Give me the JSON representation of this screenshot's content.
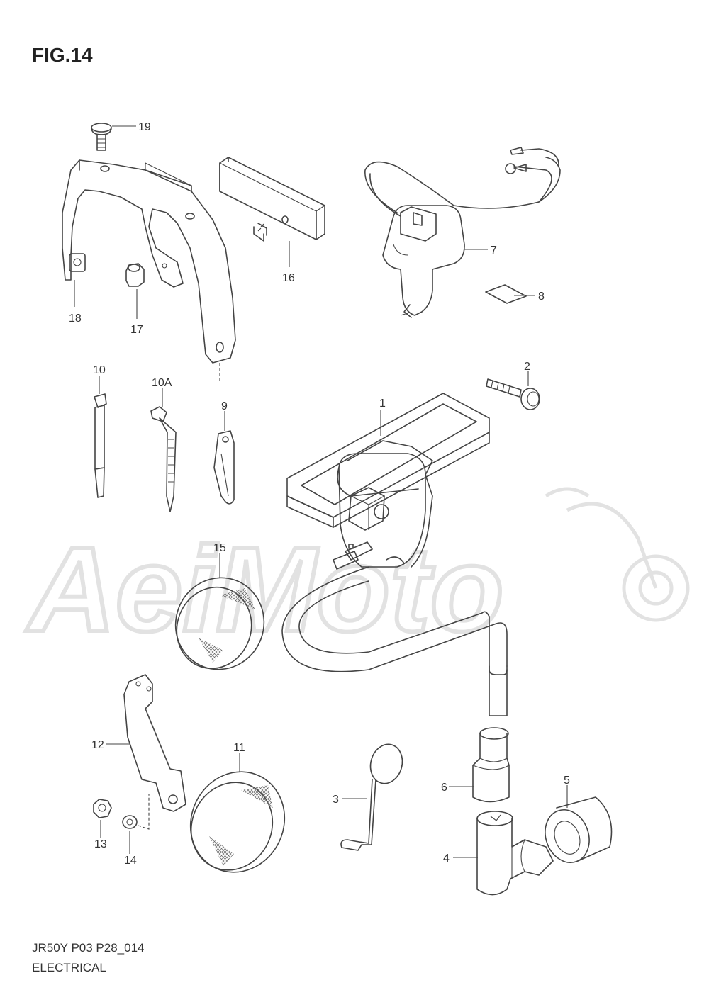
{
  "figure": {
    "title": "FIG.14",
    "code": "JR50Y P03 P28_014",
    "section": "ELECTRICAL"
  },
  "watermark": {
    "text": "AeiMoto",
    "color": "#e2e2e2"
  },
  "callouts": [
    {
      "id": "1",
      "part": "ignition-coil"
    },
    {
      "id": "2",
      "part": "bolt"
    },
    {
      "id": "3",
      "part": "wire-clip"
    },
    {
      "id": "4",
      "part": "plug-cap"
    },
    {
      "id": "5",
      "part": "plug-cap-cover"
    },
    {
      "id": "6",
      "part": "cap-boot"
    },
    {
      "id": "7",
      "part": "engine-stop-switch"
    },
    {
      "id": "8",
      "part": "label"
    },
    {
      "id": "9",
      "part": "clamp"
    },
    {
      "id": "10",
      "part": "band"
    },
    {
      "id": "10A",
      "part": "band"
    },
    {
      "id": "11",
      "part": "reflector"
    },
    {
      "id": "12",
      "part": "reflector-bracket"
    },
    {
      "id": "13",
      "part": "nut"
    },
    {
      "id": "14",
      "part": "washer"
    },
    {
      "id": "15",
      "part": "reflector"
    },
    {
      "id": "16",
      "part": "number-plate-pad"
    },
    {
      "id": "17",
      "part": "nut"
    },
    {
      "id": "18",
      "part": "number-plate-bracket"
    },
    {
      "id": "19",
      "part": "screw"
    }
  ]
}
